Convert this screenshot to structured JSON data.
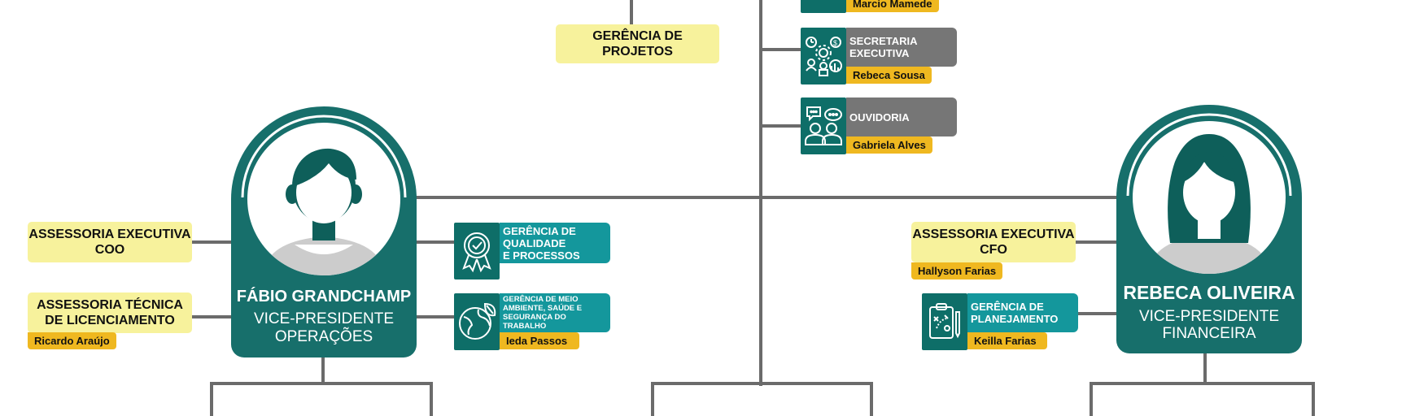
{
  "nodes": {
    "gerencia_projetos": {
      "label": "GERÊNCIA DE PROJETOS"
    },
    "top_person": {
      "name": "Marcio Mamede"
    },
    "secretaria": {
      "title_line1": "SECRETARIA",
      "title_line2": "EXECUTIVA",
      "name": "Rebeca Sousa",
      "icon": "team-settings-icon"
    },
    "ouvidoria": {
      "title": "OUVIDORIA",
      "name": "Gabriela Alves",
      "icon": "people-chat-icon"
    },
    "assessoria_coo": {
      "line1": "ASSESSORIA EXECUTIVA",
      "line2": "COO"
    },
    "assessoria_tecnica": {
      "line1": "ASSESSORIA TÉCNICA",
      "line2": "DE LICENCIAMENTO",
      "name": "Ricardo Araújo"
    },
    "qualidade": {
      "line1": "GERÊNCIA DE",
      "line2": "QUALIDADE",
      "line3": "E PROCESSOS",
      "icon": "quality-badge-icon"
    },
    "meio_ambiente": {
      "line1": "GERÊNCIA DE MEIO",
      "line2": "AMBIENTE, SAÚDE E",
      "line3": "SEGURANÇA DO TRABALHO",
      "name": "Ieda Passos",
      "icon": "globe-leaf-icon"
    },
    "assessoria_cfo": {
      "line1": "ASSESSORIA EXECUTIVA",
      "line2": "CFO",
      "name": "Hallyson Farias"
    },
    "planejamento": {
      "line1": "GERÊNCIA DE",
      "line2": "PLANEJAMENTO",
      "name": "Keilla Farias",
      "icon": "planning-board-icon"
    }
  },
  "people": {
    "coo": {
      "name": "FÁBIO GRANDCHAMP",
      "role_line1": "VICE-PRESIDENTE",
      "role_line2": "OPERAÇÕES"
    },
    "cfo": {
      "name": "REBECA OLIVEIRA",
      "role_line1": "VICE-PRESIDENTE",
      "role_line2": "FINANCEIRA"
    }
  },
  "colors": {
    "dark_teal": "#0e6e68",
    "frame_teal": "#176f6b",
    "light_teal": "#14979c",
    "gray": "#767676",
    "yellow": "#f7f29c",
    "gold": "#efb820",
    "line": "#6b6b6b"
  }
}
